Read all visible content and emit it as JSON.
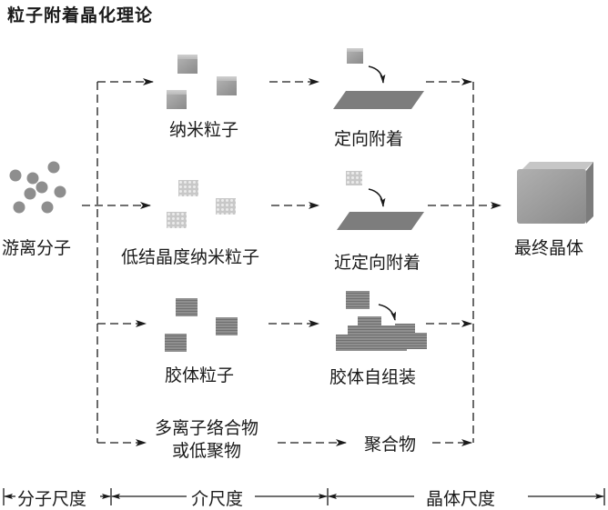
{
  "title": "粒子附着晶化理论",
  "source": {
    "label": "游离分子"
  },
  "rows": [
    {
      "intermediate": "纳米粒子",
      "mechanism": "定向附着",
      "particle_style": "smooth"
    },
    {
      "intermediate": "低结晶度纳米粒子",
      "mechanism": "近定向附着",
      "particle_style": "porous"
    },
    {
      "intermediate": "胶体粒子",
      "mechanism": "胶体自组装",
      "particle_style": "colloid"
    },
    {
      "intermediate": "多离子络合物\n或低聚物",
      "intermediate_line1": "多离子络合物",
      "intermediate_line2": "或低聚物",
      "mechanism": "聚合物"
    }
  ],
  "product": {
    "label": "最终晶体"
  },
  "scale_bar": [
    {
      "label": "分子尺度"
    },
    {
      "label": "介尺度"
    },
    {
      "label": "晶体尺度"
    }
  ],
  "colors": {
    "line": "#1a1a1a",
    "particle": "#9a9a9a",
    "crystal": "#8c8c8c",
    "plate": "#7a7a7a"
  }
}
